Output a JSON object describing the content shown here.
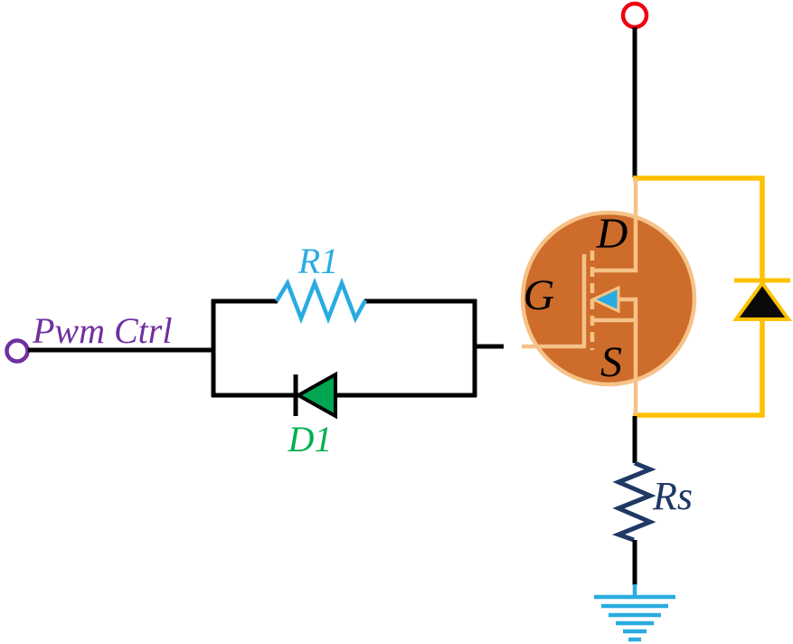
{
  "labels": {
    "pwm_ctrl": "Pwm Ctrl",
    "r1": "R1",
    "d1": "D1",
    "mosfet_drain": "D",
    "mosfet_gate": "G",
    "mosfet_source": "S",
    "rs": "Rs"
  },
  "colors": {
    "wire": "#000000",
    "pwm_terminal": "#7030A0",
    "top_terminal": "#EE0011",
    "r1": "#29ABE2",
    "d1_fill": "#00A651",
    "d1_label": "#00B050",
    "mosfet_fill": "#CD6C2B",
    "mosfet_symbol": "#F6C287",
    "mosfet_arrow": "#29ABE2",
    "mosfet_label": "#000000",
    "freewheel_wire": "#FFC000",
    "freewheel_diode_fill": "#0A0A0A",
    "rs": "#1F3864",
    "ground": "#29ABE2"
  }
}
